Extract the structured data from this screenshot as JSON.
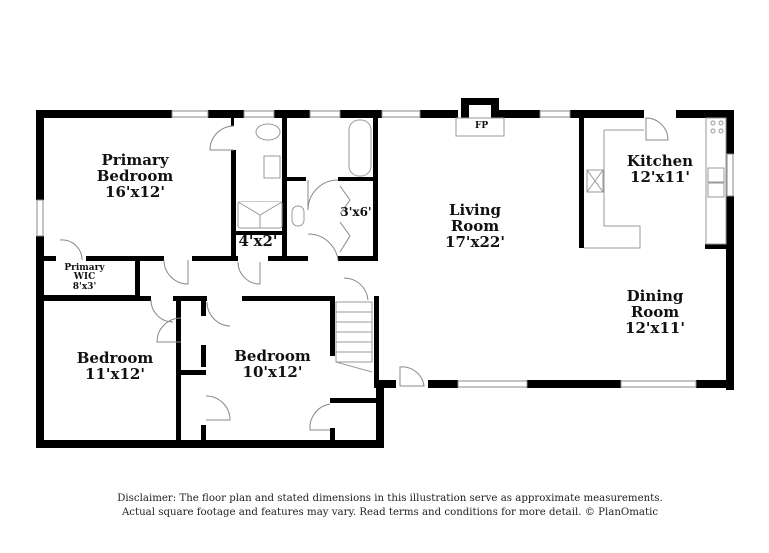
{
  "floorplan": {
    "rooms": [
      {
        "id": "primary-bedroom",
        "name": "Primary Bedroom",
        "name_line1": "Primary",
        "name_line2": "Bedroom",
        "dimensions": "16'x12'"
      },
      {
        "id": "primary-wic",
        "name_line1": "Primary",
        "name_line2": "WIC",
        "dimensions": "8'x3'"
      },
      {
        "id": "closet-4x2",
        "dimensions": "4'x2'"
      },
      {
        "id": "closet-3x6",
        "dimensions": "3'x6'"
      },
      {
        "id": "living-room",
        "name_line1": "Living",
        "name_line2": "Room",
        "dimensions": "17'x22'"
      },
      {
        "id": "kitchen",
        "name": "Kitchen",
        "dimensions": "12'x11'"
      },
      {
        "id": "dining-room",
        "name_line1": "Dining",
        "name_line2": "Room",
        "dimensions": "12'x11'"
      },
      {
        "id": "bedroom-2",
        "name": "Bedroom",
        "dimensions": "11'x12'"
      },
      {
        "id": "bedroom-3",
        "name": "Bedroom",
        "dimensions": "10'x12'"
      }
    ],
    "fireplace_label": "FP",
    "colors": {
      "wall": "#000000",
      "fixture": "#999999",
      "background": "#ffffff"
    }
  },
  "disclaimer": {
    "line1": "Disclaimer: The floor plan and stated dimensions in this illustration serve as approximate measurements.",
    "line2": "Actual square footage and features may vary. Read terms and conditions for more detail. © PlanOmatic"
  }
}
